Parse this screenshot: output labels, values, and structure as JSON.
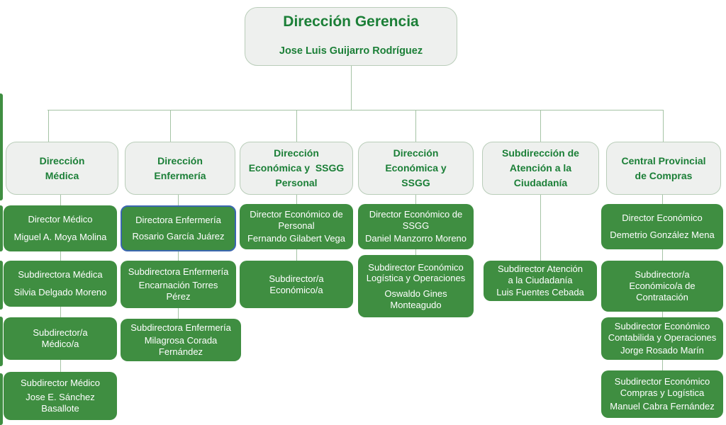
{
  "diagram": {
    "root": {
      "title": "Dirección Gerencia",
      "name": "Jose Luis Guijarro Rodríguez"
    },
    "columns": [
      {
        "header": "Dirección\nMédica",
        "boxes": [
          {
            "role": "Director Médico",
            "name": "Miguel A. Moya Molina"
          },
          {
            "role": "Subdirectora Médica",
            "name": "Silvia Delgado Moreno"
          },
          {
            "role": "Subdirector/a\nMédico/a",
            "name": ""
          },
          {
            "role": "Subdirector Médico",
            "name": "Jose E. Sánchez\nBasallote"
          }
        ]
      },
      {
        "header": "Dirección\nEnfermería",
        "boxes": [
          {
            "role": "Directora Enfermería",
            "name": "Rosario García Juárez",
            "selected": true
          },
          {
            "role": "Subdirectora Enfermería",
            "name": "Encarnación Torres\nPérez"
          },
          {
            "role": "Subdirectora Enfermería",
            "name": "Milagrosa Corada\nFernández"
          }
        ]
      },
      {
        "header": "Dirección\nEconómica y  SSGG\nPersonal",
        "boxes": [
          {
            "role": "Director Económico de\nPersonal",
            "name": "Fernando Gilabert Vega"
          },
          {
            "role": "Subdirector/a\nEconómico/a",
            "name": ""
          }
        ]
      },
      {
        "header": "Dirección\nEconómica y\nSSGG",
        "boxes": [
          {
            "role": "Director Económico de\nSSGG",
            "name": "Daniel Manzorro Moreno"
          },
          {
            "role": "Subdirector Económico\nLogística y Operaciones",
            "name": "Oswaldo Gines\nMonteagudo"
          }
        ]
      },
      {
        "header": "Subdirección de\nAtención a la\nCiudadanía",
        "boxes": [
          {
            "role": "Subdirector Atención\na la Ciudadanía",
            "name": "Luis Fuentes Cebada"
          }
        ]
      },
      {
        "header": "Central Provincial\nde Compras",
        "boxes": [
          {
            "role": "Director Económico",
            "name": "Demetrio González Mena"
          },
          {
            "role": "Subdirector/a\nEconómico/a de\nContratación",
            "name": ""
          },
          {
            "role": "Subdirector Económico\nContabilida y Operaciones",
            "name": "Jorge Rosado Marín"
          },
          {
            "role": "Subdirector Económico\nCompras y Logística",
            "name": "Manuel Cabra Fernández"
          }
        ]
      }
    ],
    "colors": {
      "node_green": "#3f8e41",
      "node_text": "#ffffff",
      "header_fill": "#eef0ee",
      "header_border": "#b9cdb9",
      "header_text_green": "#1b7f37",
      "connector_line": "#a5c3a5",
      "selected_border_blue": "#3b66b0"
    }
  }
}
